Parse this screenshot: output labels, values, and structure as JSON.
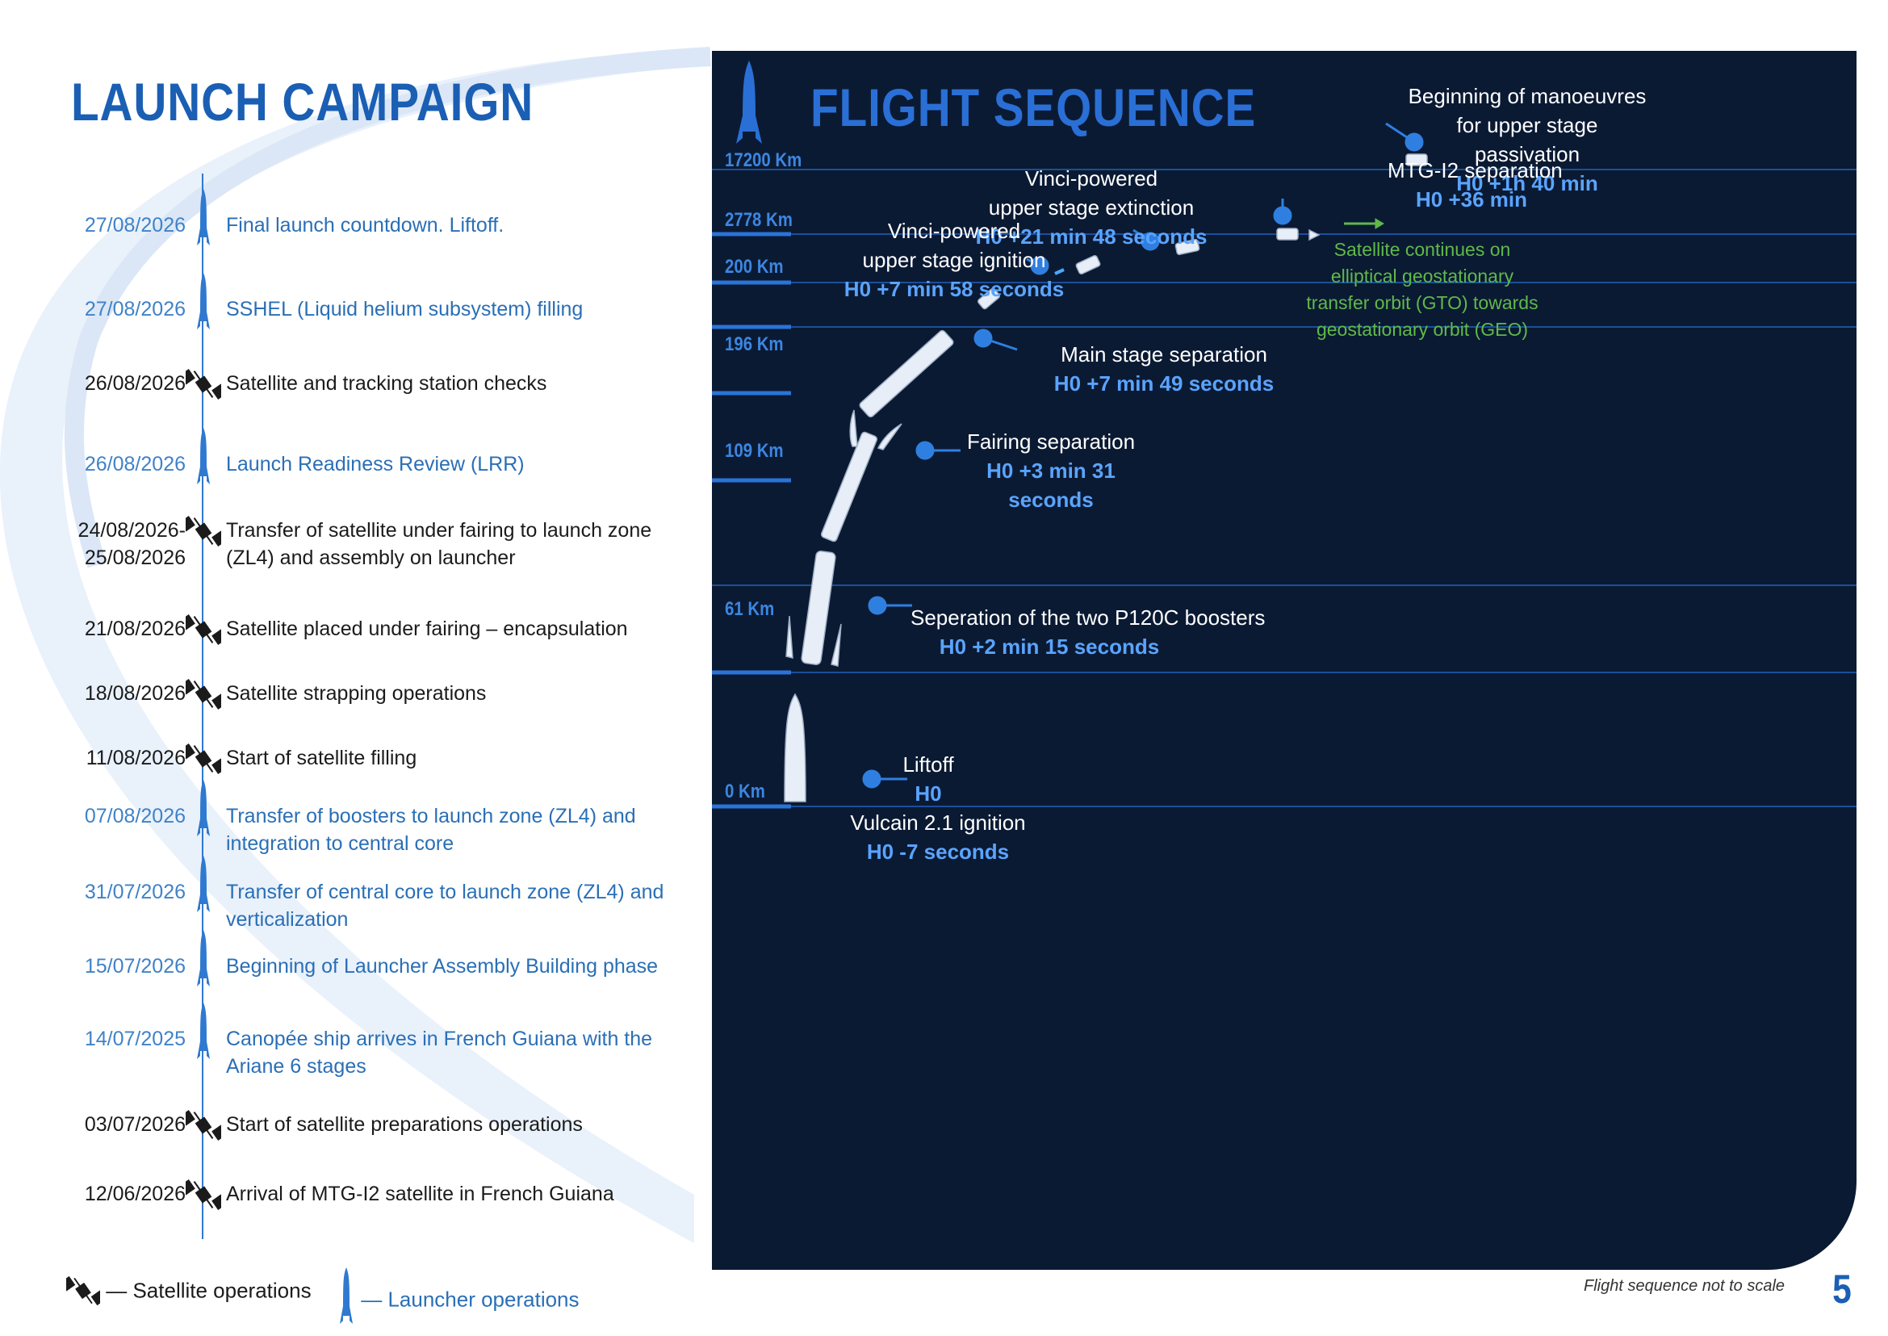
{
  "colors": {
    "brand_blue": "#1a5fb4",
    "panel_bg": "#0b1a33",
    "time_blue": "#5aa4ff",
    "green": "#5fb94a",
    "launcher_blue": "#3f82c8"
  },
  "launch_campaign": {
    "title": "LAUNCH CAMPAIGN",
    "events": [
      {
        "date": "27/08/2026",
        "text": "Final launch countdown. Liftoff.",
        "type": "launcher"
      },
      {
        "date": "27/08/2026",
        "text": "SSHEL (Liquid helium subsystem)  filling",
        "type": "launcher"
      },
      {
        "date": "26/08/2026",
        "text": "Satellite and tracking station checks",
        "type": "satellite"
      },
      {
        "date": "26/08/2026",
        "text": "Launch Readiness Review (LRR)",
        "type": "launcher"
      },
      {
        "date": "24/08/2026-\n25/08/2026",
        "text": "Transfer of satellite under fairing to launch zone\n(ZL4) and assembly on launcher",
        "type": "satellite"
      },
      {
        "date": "21/08/2026",
        "text": "Satellite placed under fairing – encapsulation",
        "type": "satellite"
      },
      {
        "date": "18/08/2026",
        "text": "Satellite strapping operations",
        "type": "satellite"
      },
      {
        "date": "11/08/2026",
        "text": "Start of satellite filling",
        "type": "satellite"
      },
      {
        "date": "07/08/2026",
        "text": "Transfer of boosters to launch zone (ZL4) and\nintegration to central core",
        "type": "launcher"
      },
      {
        "date": "31/07/2026",
        "text": "Transfer of central core to launch zone (ZL4) and\nverticalization",
        "type": "launcher"
      },
      {
        "date": "15/07/2026",
        "text": "Beginning of Launcher Assembly Building phase",
        "type": "launcher"
      },
      {
        "date": "14/07/2025",
        "text": "Canopée ship arrives in French Guiana with the\nAriane 6 stages",
        "type": "launcher"
      },
      {
        "date": "03/07/2026",
        "text": "Start of satellite preparations operations",
        "type": "satellite"
      },
      {
        "date": "12/06/2026",
        "text": "Arrival of MTG-I2 satellite in French Guiana",
        "type": "satellite"
      }
    ],
    "legend": {
      "satellite": "— Satellite operations",
      "launcher": "— Launcher operations"
    }
  },
  "flight_sequence": {
    "title": "FLIGHT SEQUENCE",
    "altitudes": [
      "17200 Km",
      "2778 Km",
      "200 Km",
      "196 Km",
      "109 Km",
      "61 Km",
      "0 Km"
    ],
    "events": {
      "passivation": {
        "label": "Beginning of manoeuvres\nfor upper stage\npassivation",
        "time": "H0 +1h 40 min"
      },
      "separation": {
        "label": "MTG-I2 separation",
        "time": "H0 +36 min"
      },
      "extinction": {
        "label": "Vinci-powered\nupper stage extinction",
        "time": "H0 +21 min 48 seconds"
      },
      "ignition": {
        "label": "Vinci-powered\nupper stage ignition",
        "time": "H0 +7 min 58 seconds"
      },
      "orbit": {
        "label": "Satellite continues on\nelliptical geostationary\ntransfer orbit (GTO) towards\ngeostationary orbit (GEO)"
      },
      "main_sep": {
        "label": "Main stage separation",
        "time": "H0 +7 min 49 seconds"
      },
      "fairing": {
        "label": "Fairing separation",
        "time": "H0 +3 min 31 seconds"
      },
      "boosters": {
        "label": "Seperation of the two P120C boosters",
        "time": "H0 +2 min 15 seconds"
      },
      "liftoff": {
        "label": "Liftoff",
        "time": "H0"
      },
      "vulcain": {
        "label": "Vulcain 2.1 ignition",
        "time": "H0 -7 seconds"
      }
    }
  },
  "footnote": "Flight sequence not to scale",
  "page_number": "5"
}
